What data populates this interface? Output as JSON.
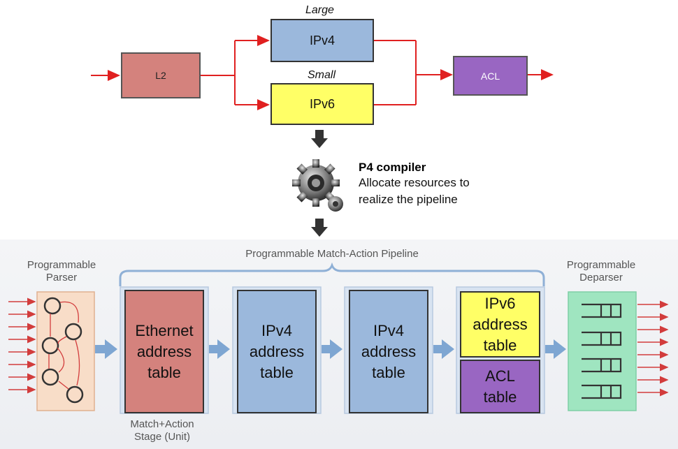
{
  "top": {
    "l2": "L2",
    "ipv4": "IPv4",
    "ipv6": "IPv6",
    "acl": "ACL",
    "large_label": "Large",
    "small_label": "Small"
  },
  "compiler": {
    "title": "P4 compiler",
    "line1": "Allocate resources to",
    "line2": "realize the pipeline",
    "icon": "gears-icon"
  },
  "pipeline": {
    "title": "Programmable Match-Action Pipeline",
    "parser_line1": "Programmable",
    "parser_line2": "Parser",
    "deparser_line1": "Programmable",
    "deparser_line2": "Deparser",
    "stage_line1": "Match+Action",
    "stage_line2": "Stage (Unit)",
    "tables": [
      {
        "line1": "Ethernet",
        "line2": "address",
        "line3": "table"
      },
      {
        "line1": "IPv4",
        "line2": "address",
        "line3": "table"
      },
      {
        "line1": "IPv4",
        "line2": "address",
        "line3": "table"
      },
      {
        "line1": "IPv6",
        "line2": "address",
        "line3": "table"
      },
      {
        "line1": "ACL",
        "line2": "table"
      }
    ]
  },
  "colors": {
    "l2": "#d4827d",
    "ipv4": "#9bb8dc",
    "ipv6": "#ffff66",
    "acl": "#9966c2",
    "red_arrow": "#e02020",
    "blue_arrow": "#7ea6d2"
  }
}
